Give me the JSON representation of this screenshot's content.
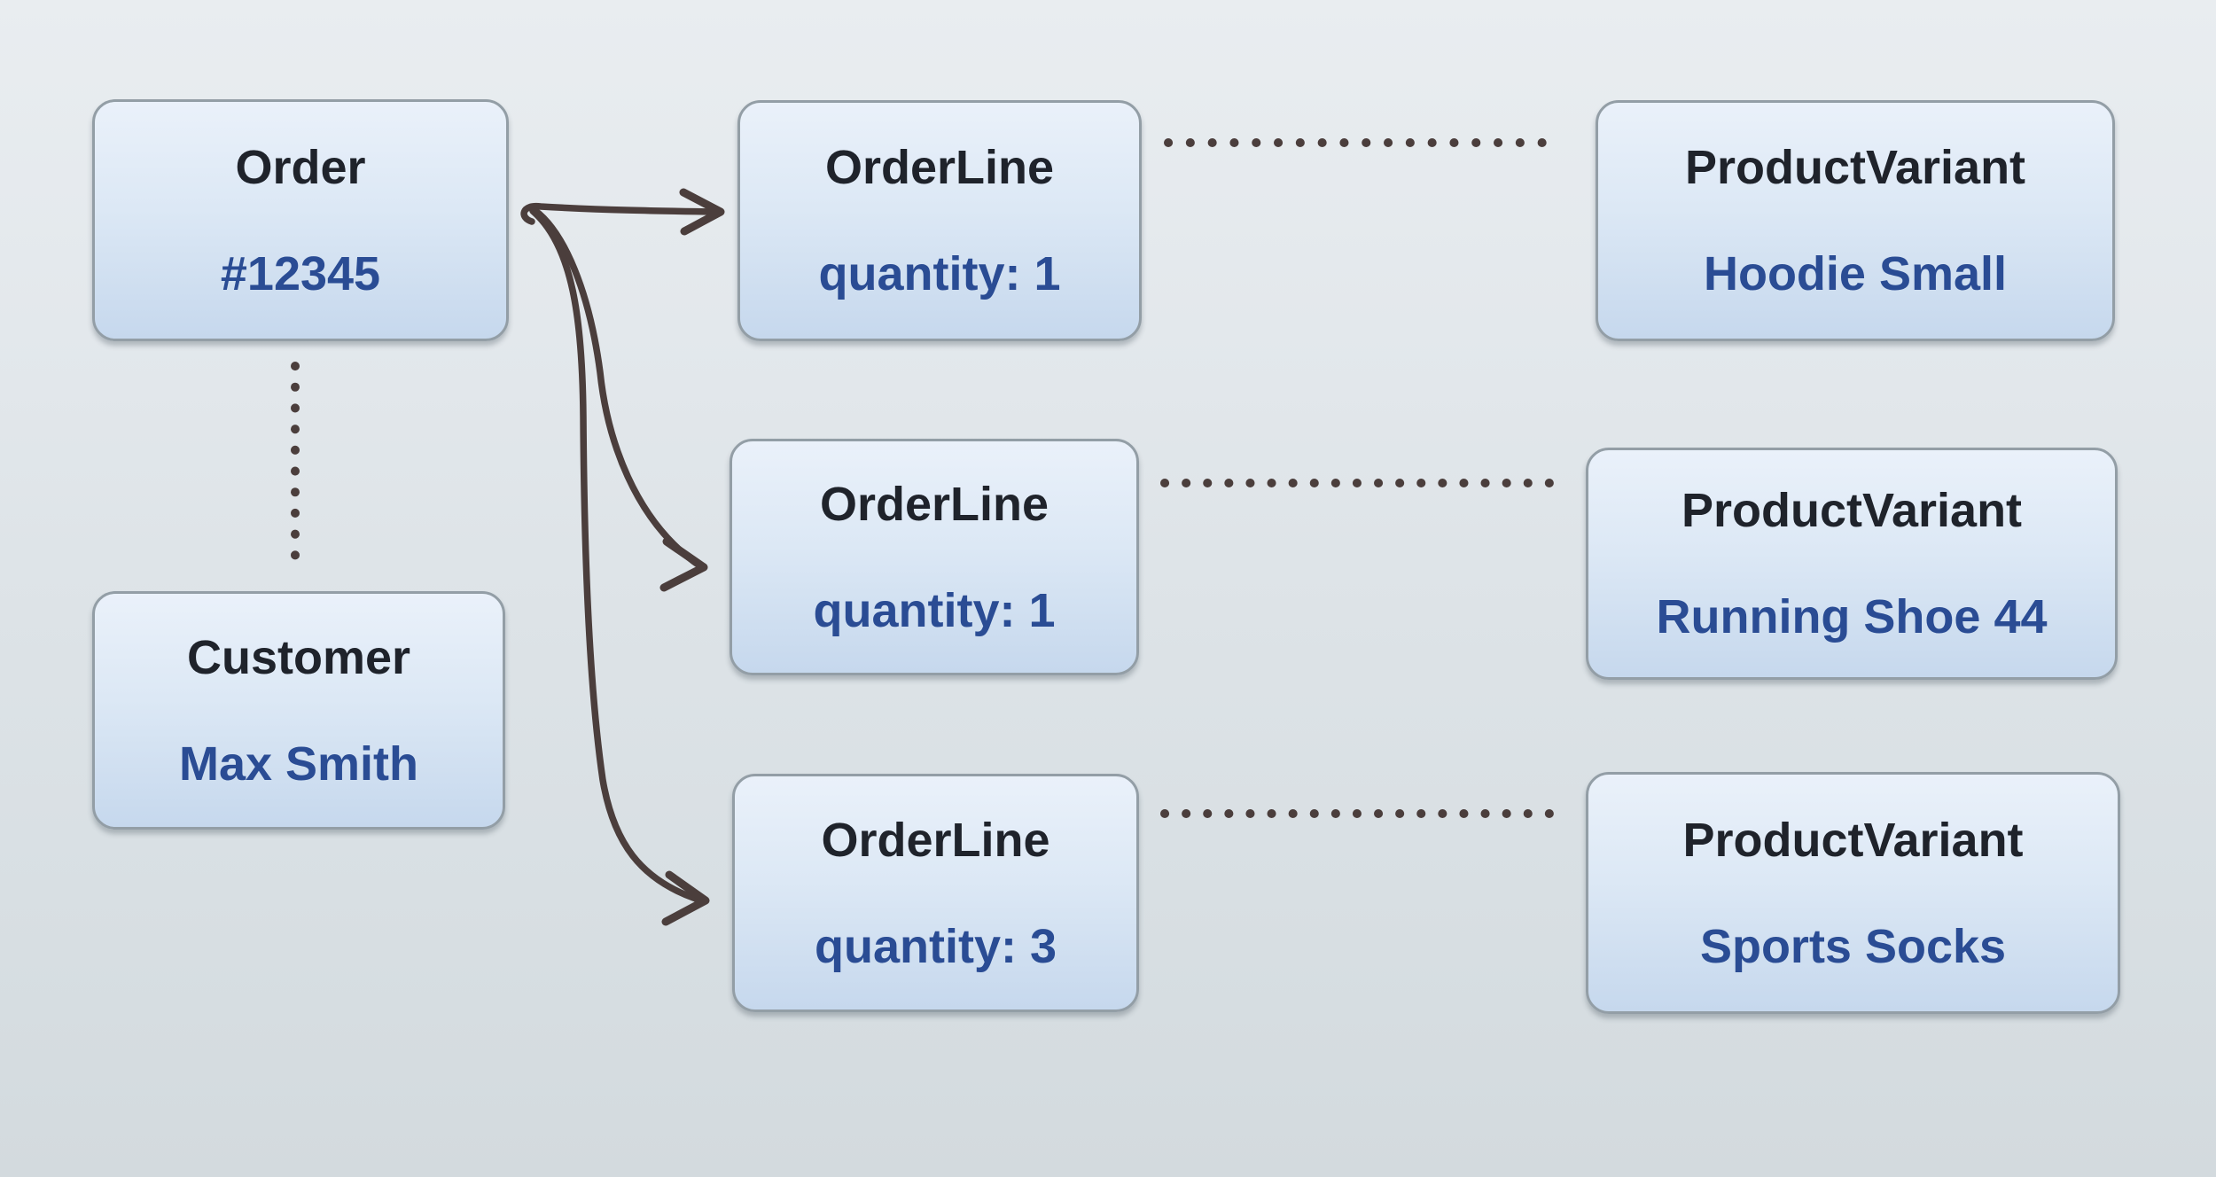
{
  "diagram": {
    "kind": "entity-relationship-sketch",
    "colors": {
      "background_top": "#e9edf0",
      "background_bottom": "#d3dade",
      "node_fill_top": "#eaf1fa",
      "node_fill_bottom": "#c6d8ed",
      "node_border": "#939ea6",
      "title_text": "#1f232b",
      "value_text": "#2a4c94",
      "connector": "#4b3e3c"
    },
    "nodes": {
      "order": {
        "title": "Order",
        "value": "#12345"
      },
      "customer": {
        "title": "Customer",
        "value": "Max Smith"
      },
      "orderline1": {
        "title": "OrderLine",
        "value": "quantity: 1"
      },
      "orderline2": {
        "title": "OrderLine",
        "value": "quantity: 1"
      },
      "orderline3": {
        "title": "OrderLine",
        "value": "quantity: 3"
      },
      "pv1": {
        "title": "ProductVariant",
        "value": "Hoodie Small"
      },
      "pv2": {
        "title": "ProductVariant",
        "value": "Running Shoe 44"
      },
      "pv3": {
        "title": "ProductVariant",
        "value": "Sports Socks"
      }
    },
    "edges": [
      {
        "from": "order",
        "to": "orderline1",
        "style": "solid",
        "arrow": true
      },
      {
        "from": "order",
        "to": "orderline2",
        "style": "solid",
        "arrow": true
      },
      {
        "from": "order",
        "to": "orderline3",
        "style": "solid",
        "arrow": true
      },
      {
        "from": "order",
        "to": "customer",
        "style": "dotted",
        "arrow": false
      },
      {
        "from": "orderline1",
        "to": "pv1",
        "style": "dotted",
        "arrow": false
      },
      {
        "from": "orderline2",
        "to": "pv2",
        "style": "dotted",
        "arrow": false
      },
      {
        "from": "orderline3",
        "to": "pv3",
        "style": "dotted",
        "arrow": false
      }
    ]
  }
}
